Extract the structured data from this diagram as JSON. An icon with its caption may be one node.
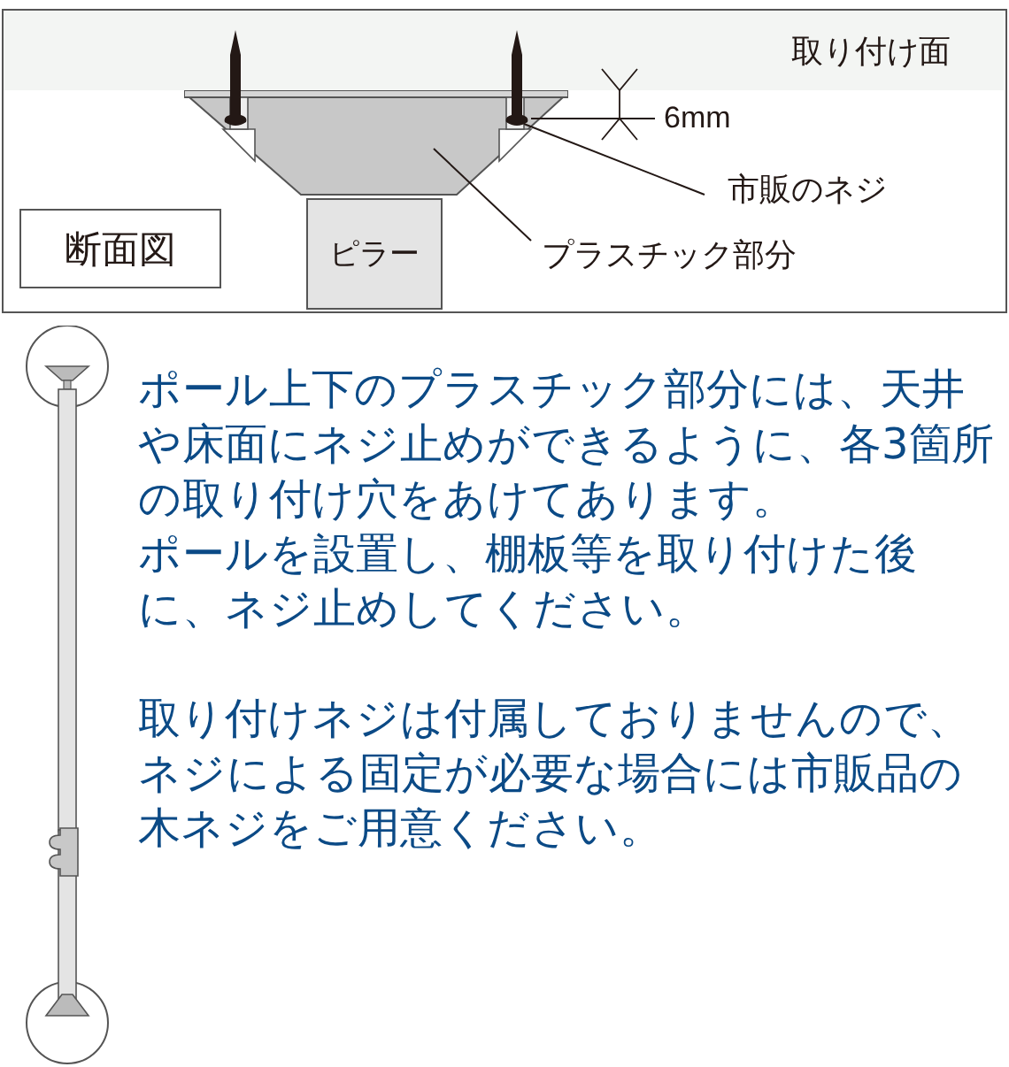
{
  "diagram": {
    "nodes": [
      {
        "text": [
          "取り付け面"
        ]
      },
      {
        "text": [
          "断面図"
        ]
      },
      {
        "text": [
          "ピラー"
        ]
      },
      {
        "text": [],
        "shape": "trapezoid"
      },
      {
        "text": [],
        "shape": "screw"
      },
      {
        "text": [
          "市販のネジ"
        ]
      },
      {
        "text": [
          "プラスチック部分"
        ]
      }
    ],
    "edges": [
      {
        "from": 5,
        "to": 4,
        "arrow": "none"
      },
      {
        "from": 6,
        "to": 3,
        "arrow": "none"
      }
    ],
    "labels": [
      "6mm",
      "ポール上下のプラスチック部分には、天井や床面にネジ止めができるように、各3箇所の取り付け穴をあけてあります。",
      "ポールを設置し、棚板等を取り付けた後に、ネジ止めしてください。",
      "取り付けネジは付属しておりませんので、ネジによる固定が必要な場合には市販品の木ネジをご用意ください。"
    ]
  }
}
